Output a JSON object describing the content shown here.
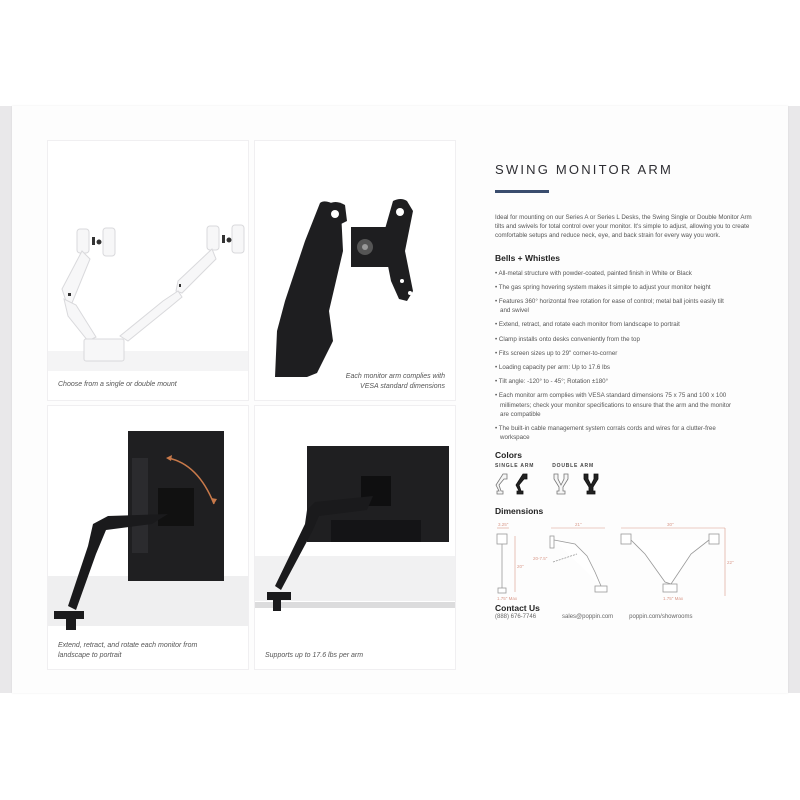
{
  "document": {
    "title": "SWING MONITOR ARM",
    "accent_color": "#3a4d6e",
    "dimension_color": "#d9998a",
    "intro": "Ideal for mounting on our Series A or Series L Desks, the Swing Single or Double Monitor Arm tilts and swivels for total control over your monitor. It's simple to adjust, allowing you to create comfortable setups and reduce neck, eye, and back strain for every way you work.",
    "features": {
      "heading": "Bells + Whistles",
      "items": [
        "All-metal structure with powder-coated, painted finish in White or Black",
        "The gas spring hovering system makes it simple to adjust your monitor height",
        "Features 360° horizontal free rotation for ease of control; metal ball joints easily tilt and swivel",
        "Extend, retract, and rotate each monitor from landscape to portrait",
        "Clamp installs onto desks conveniently from the top",
        "Fits screen sizes up to 29\" corner-to-corner",
        "Loading capacity per arm: Up to 17.6 lbs",
        "Tilt angle: -120° to - 45°; Rotation ±180°",
        "Each monitor arm complies with VESA standard dimensions 75 x 75 and 100 x 100 millimeters; check your monitor specifications to ensure that the arm and the monitor are compatible",
        "The built-in cable management system corrals cords and wires for a clutter-free workspace"
      ]
    },
    "colors": {
      "heading": "Colors",
      "single_label": "SINGLE ARM",
      "double_label": "DOUBLE ARM",
      "options": [
        "White",
        "Black"
      ]
    },
    "dimensions": {
      "heading": "Dimensions",
      "labels": {
        "top_width_single": "3.25\"",
        "height_single": "20\"",
        "base_single": "1.75\" Max",
        "reach": "21\"",
        "height_range": "20-7.5\"",
        "span_double": "30\"",
        "height_double": "22\"",
        "base_double": "1.75\" Max"
      }
    },
    "contact": {
      "heading": "Contact Us",
      "phone": "(888) 676-7746",
      "email": "sales@poppin.com",
      "web": "poppin.com/showrooms"
    }
  },
  "gallery": [
    {
      "caption": "Choose from a single or double mount",
      "finish": "white"
    },
    {
      "caption": "Each monitor arm complies with VESA standard dimensions",
      "finish": "black"
    },
    {
      "caption": "Extend, retract, and rotate each monitor from landscape to portrait",
      "finish": "black"
    },
    {
      "caption": "Supports up to 17.6 lbs per arm",
      "finish": "black"
    }
  ]
}
